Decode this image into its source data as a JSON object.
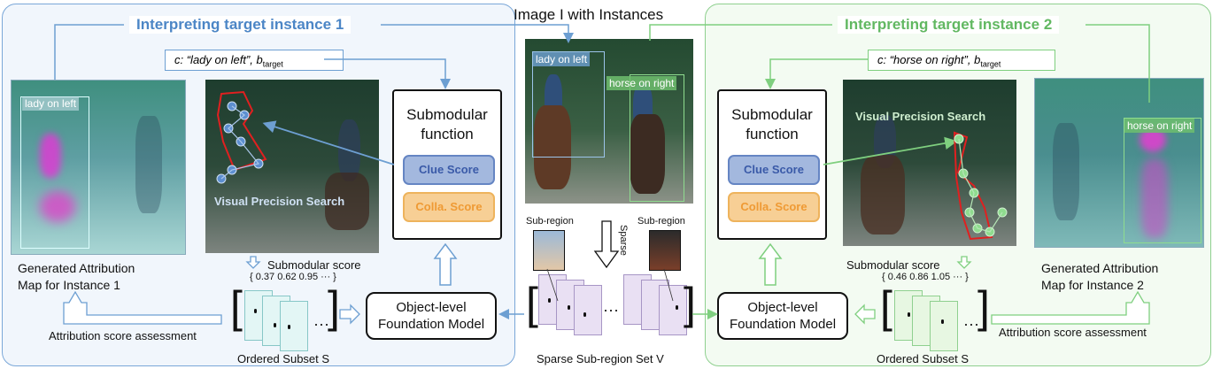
{
  "header": {
    "title": "Image I with Instances"
  },
  "left_panel": {
    "title": "Interpreting target instance 1",
    "condition": "c: “lady on left”, b",
    "condition_sub": "target",
    "tag_label": "lady on left",
    "search_label": "Visual Precision Search",
    "submodular_title": [
      "Submodular",
      "function"
    ],
    "clue_score": "Clue Score",
    "colla_score": "Colla. Score",
    "submodular_score_label": "Submodular score",
    "scores": "0.37 0.62 0.95  ···",
    "attribution_caption": [
      "Generated Attribution",
      "Map for Instance 1"
    ],
    "assessment": "Attribution score assessment",
    "subset": "Ordered Subset S"
  },
  "center": {
    "tag_left": "lady on left",
    "tag_right": "horse on right",
    "subregion_left": "Sub-region",
    "subregion_right": "Sub-region",
    "sparse": "Sparse",
    "set_label": "Sparse Sub-region Set V",
    "model": [
      "Object-level",
      "Foundation Model"
    ],
    "ellipsis": "···"
  },
  "right_panel": {
    "title": "Interpreting target instance 2",
    "condition": "c: “horse on right”, b",
    "condition_sub": "target",
    "tag_label": "horse on right",
    "search_label": "Visual Precision Search",
    "submodular_title": [
      "Submodular",
      "function"
    ],
    "clue_score": "Clue Score",
    "colla_score": "Colla. Score",
    "submodular_score_label": "Submodular score",
    "scores": "0.46 0.86 1.05  ···",
    "attribution_caption": [
      "Generated Attribution",
      "Map for Instance 2"
    ],
    "assessment": "Attribution score assessment",
    "subset": "Ordered Subset S",
    "model": [
      "Object-level",
      "Foundation Model"
    ]
  },
  "colors": {
    "blue": "#4c86c6",
    "green": "#62b862",
    "red": "#e02020"
  }
}
